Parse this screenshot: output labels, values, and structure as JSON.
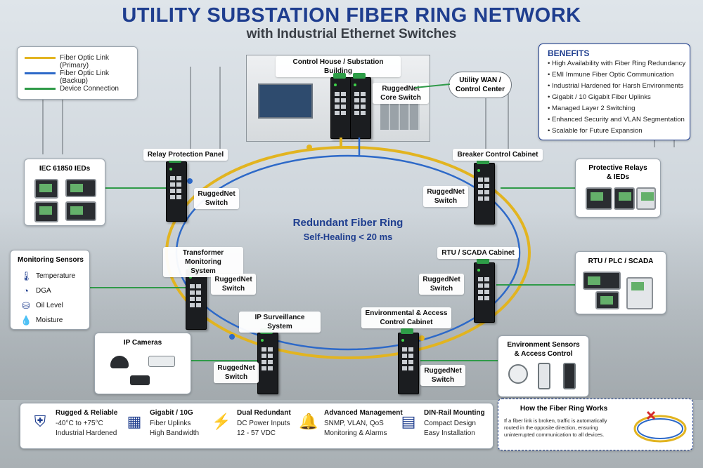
{
  "title": "UTILITY SUBSTATION FIBER RING NETWORK",
  "subtitle": "with Industrial Ethernet Switches",
  "legend": {
    "primary": "Fiber Optic Link (Primary)",
    "backup": "Fiber Optic Link (Backup)",
    "device": "Device Connection"
  },
  "colors": {
    "primary": "#e2b420",
    "backup": "#2d69c8",
    "device": "#2f9a48",
    "accent": "#1f3e8f"
  },
  "control_house": {
    "title": "Control House / Substation Building",
    "switch_label_1": "RuggedNet",
    "switch_label_2": "Core Switch"
  },
  "wan": {
    "line1": "Utility WAN /",
    "line2": "Control Center"
  },
  "benefits": {
    "title": "BENEFITS",
    "items": [
      "High Availability with Fiber Ring Redundancy",
      "EMI Immune Fiber Optic Communication",
      "Industrial Hardened for Harsh Environments",
      "Gigabit / 10 Gigabit Fiber Uplinks",
      "Managed Layer 2 Switching",
      "Enhanced Security and VLAN Segmentation",
      "Scalable for Future Expansion"
    ]
  },
  "ring": {
    "title": "Redundant Fiber Ring",
    "subtitle": "Self-Healing < 20 ms"
  },
  "switch_text": {
    "l1": "RuggedNet",
    "l2": "Switch"
  },
  "nodes": {
    "relay": "Relay Protection Panel",
    "breaker": "Breaker Control Cabinet",
    "transformer_1": "Transformer Monitoring",
    "transformer_2": "System",
    "rtu": "RTU / SCADA Cabinet",
    "ip_surveillance": "IP Surveillance System",
    "env_1": "Environmental & Access",
    "env_2": "Control Cabinet"
  },
  "side_cards": {
    "iec": "IEC 61850 IEDs",
    "protective_1": "Protective Relays",
    "protective_2": "& IEDs",
    "rtu_plc": "RTU / PLC / SCADA",
    "cameras": "IP Cameras",
    "env_sensors_1": "Environment Sensors",
    "env_sensors_2": "& Access Control"
  },
  "monitoring": {
    "title": "Monitoring Sensors",
    "items": [
      {
        "label": "Temperature",
        "icon": "thermometer-icon"
      },
      {
        "label": "DGA",
        "icon": "gauge-icon"
      },
      {
        "label": "Oil Level",
        "icon": "oil-level-icon"
      },
      {
        "label": "Moisture",
        "icon": "droplet-icon"
      }
    ]
  },
  "features": [
    {
      "icon": "shield-check-icon",
      "t1": "Rugged & Reliable",
      "t2": "-40°C to +75°C",
      "t3": "Industrial Hardened"
    },
    {
      "icon": "fiber-ports-icon",
      "t1": "Gigabit / 10G",
      "t2": "Fiber Uplinks",
      "t3": "High Bandwidth"
    },
    {
      "icon": "power-icon",
      "t1": "Dual Redundant",
      "t2": "DC Power Inputs",
      "t3": "12 - 57 VDC"
    },
    {
      "icon": "alarm-bell-icon",
      "t1": "Advanced Management",
      "t2": "SNMP, VLAN, QoS",
      "t3": "Monitoring & Alarms"
    },
    {
      "icon": "din-rail-icon",
      "t1": "DIN-Rail Mounting",
      "t2": "Compact Design",
      "t3": "Easy Installation"
    }
  ],
  "how": {
    "title": "How the Fiber Ring Works",
    "text1": "If a fiber link is broken, traffic is automatically",
    "text2": "routed in the opposite direction, ensuring",
    "text3": "uninterrupted communication to all devices."
  }
}
